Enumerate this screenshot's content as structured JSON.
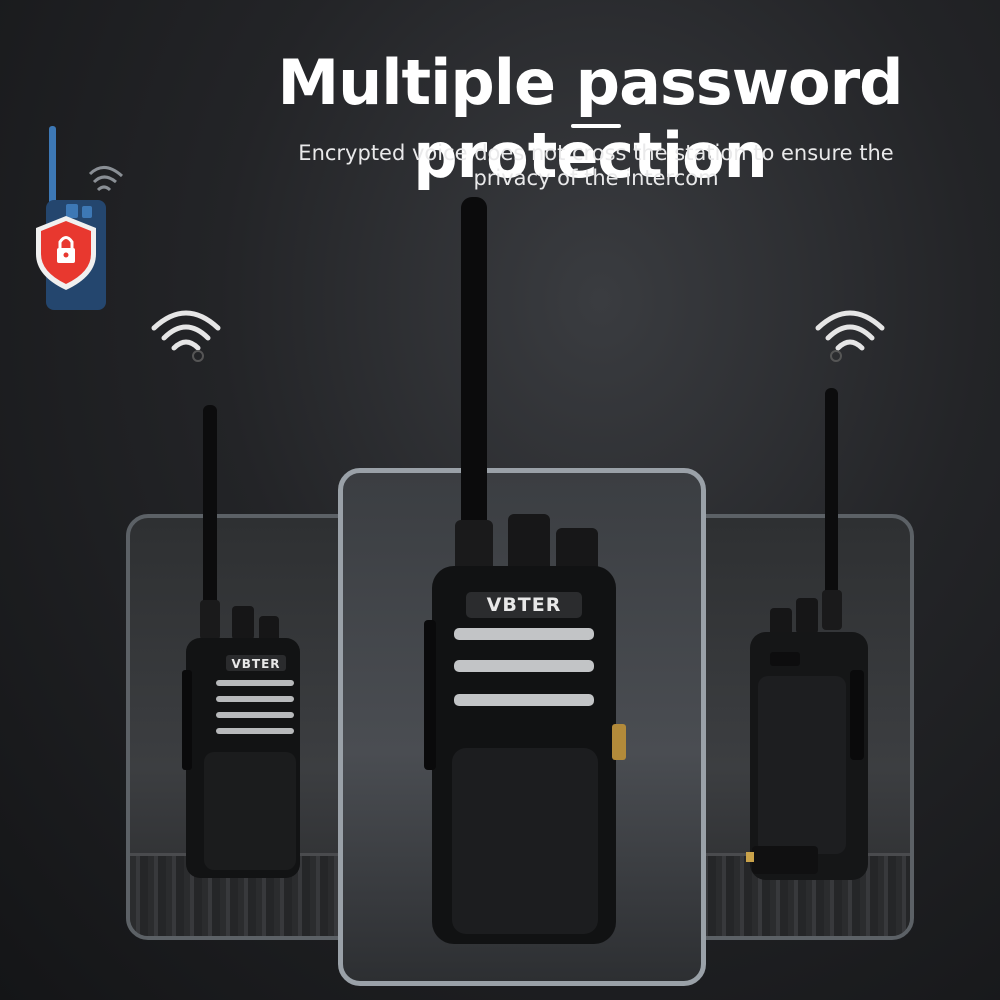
{
  "header": {
    "title": "Multiple password protection",
    "subtitle_line1": "Encrypted voice does not cross the station to ensure the",
    "subtitle_line2": "privacy of the intercom"
  },
  "products": {
    "brand": "VBTER"
  },
  "icons": {
    "badge": "walkie-talkie-lock-icon",
    "signal": "wifi-signal-icon"
  },
  "colors": {
    "shield": "#e8382f",
    "radio_body": "#111214",
    "accent_blue": "#2f5e8f"
  }
}
